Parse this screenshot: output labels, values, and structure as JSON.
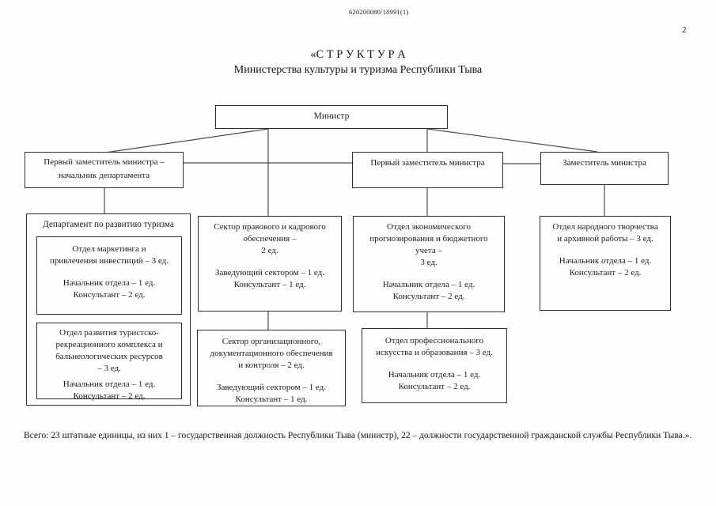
{
  "header": {
    "doc_number": "620200080/18991(1)",
    "page_number": "2",
    "title_line1": "«С Т Р У К Т У Р А",
    "title_line2": "Министерства культуры и туризма Республики Тыва"
  },
  "org": {
    "minister": {
      "label": "Министр"
    },
    "first_deputy_head": {
      "lines": [
        "Первый заместитель министра –",
        "начальник департамента"
      ]
    },
    "first_deputy": {
      "label": "Первый заместитель министра"
    },
    "deputy": {
      "label": "Заместитель министра"
    },
    "tourism_department": {
      "title": "Департамент по развитию туризма",
      "marketing_unit": {
        "lines": [
          "Отдел маркетинга и",
          "привлечения инвестиций – 3 ед."
        ],
        "staff": [
          "Начальник отдела – 1 ед.",
          "Консультант – 2 ед."
        ]
      },
      "resort_unit": {
        "lines": [
          "Отдел развития туристско-",
          "рекреационного комплекса и",
          "бальнеологических ресурсов",
          "– 3 ед."
        ],
        "staff": [
          "Начальник отдела – 1 ед.",
          "Консультант – 2 ед."
        ]
      }
    },
    "legal_sector": {
      "lines": [
        "Сектор правового и кадрового",
        "обеспечения –",
        "2 ед."
      ],
      "staff": [
        "Заведующий сектором – 1 ед.",
        "Консультант – 1 ед."
      ]
    },
    "org_sector": {
      "lines": [
        "Сектор организационного,",
        "документационного обеспечения",
        "и контроля – 2 ед."
      ],
      "staff": [
        "Заведующий сектором – 1 ед.",
        "Консультант – 1 ед."
      ]
    },
    "economic_unit": {
      "lines": [
        "Отдел экономического",
        "прогнозирования и бюджетного",
        "учета –",
        "3 ед."
      ],
      "staff": [
        "Начальник отдела – 1 ед.",
        "Консультант – 2 ед."
      ]
    },
    "art_education_unit": {
      "lines": [
        "Отдел профессионального",
        "искусства и образования – 3 ед."
      ],
      "staff": [
        "Начальник отдела – 1 ед.",
        "Консультант – 2 ед."
      ]
    },
    "folk_art_unit": {
      "lines": [
        "Отдел народного творчества",
        "и архивной работы – 3 ед."
      ],
      "staff": [
        "Начальник отдела – 1 ед.",
        "Консультант – 2 ед."
      ]
    }
  },
  "footer": {
    "total_text": "Всего: 23 штатные единицы, из них 1 – государственная должность Республики Тыва (министр), 22 – должности государственной гражданской службы Республики Тыва.»."
  }
}
